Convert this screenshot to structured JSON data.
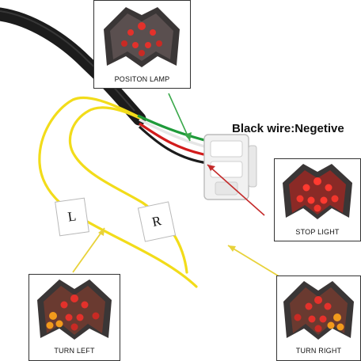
{
  "labels": {
    "position_lamp": "POSITON LAMP",
    "stop_light": "STOP LIGHT",
    "turn_left": "TURN LEFT",
    "turn_right": "TURN RIGHT",
    "wire_note": "Black wire:Negetive",
    "left_tag": "L",
    "right_tag": "R"
  },
  "colors": {
    "cable": "#1c1c1c",
    "wire_yellow": "#f2dc1a",
    "wire_green": "#1f9a3a",
    "wire_red": "#d21c1c",
    "wire_white": "#f4f4f4",
    "lens_smoke": "#3a3636",
    "led_red": "#e3312b",
    "led_amber": "#f29a1c",
    "arrow_green": "#3aa84a",
    "arrow_red": "#c42a2a",
    "arrow_yellow": "#e8d23a"
  }
}
